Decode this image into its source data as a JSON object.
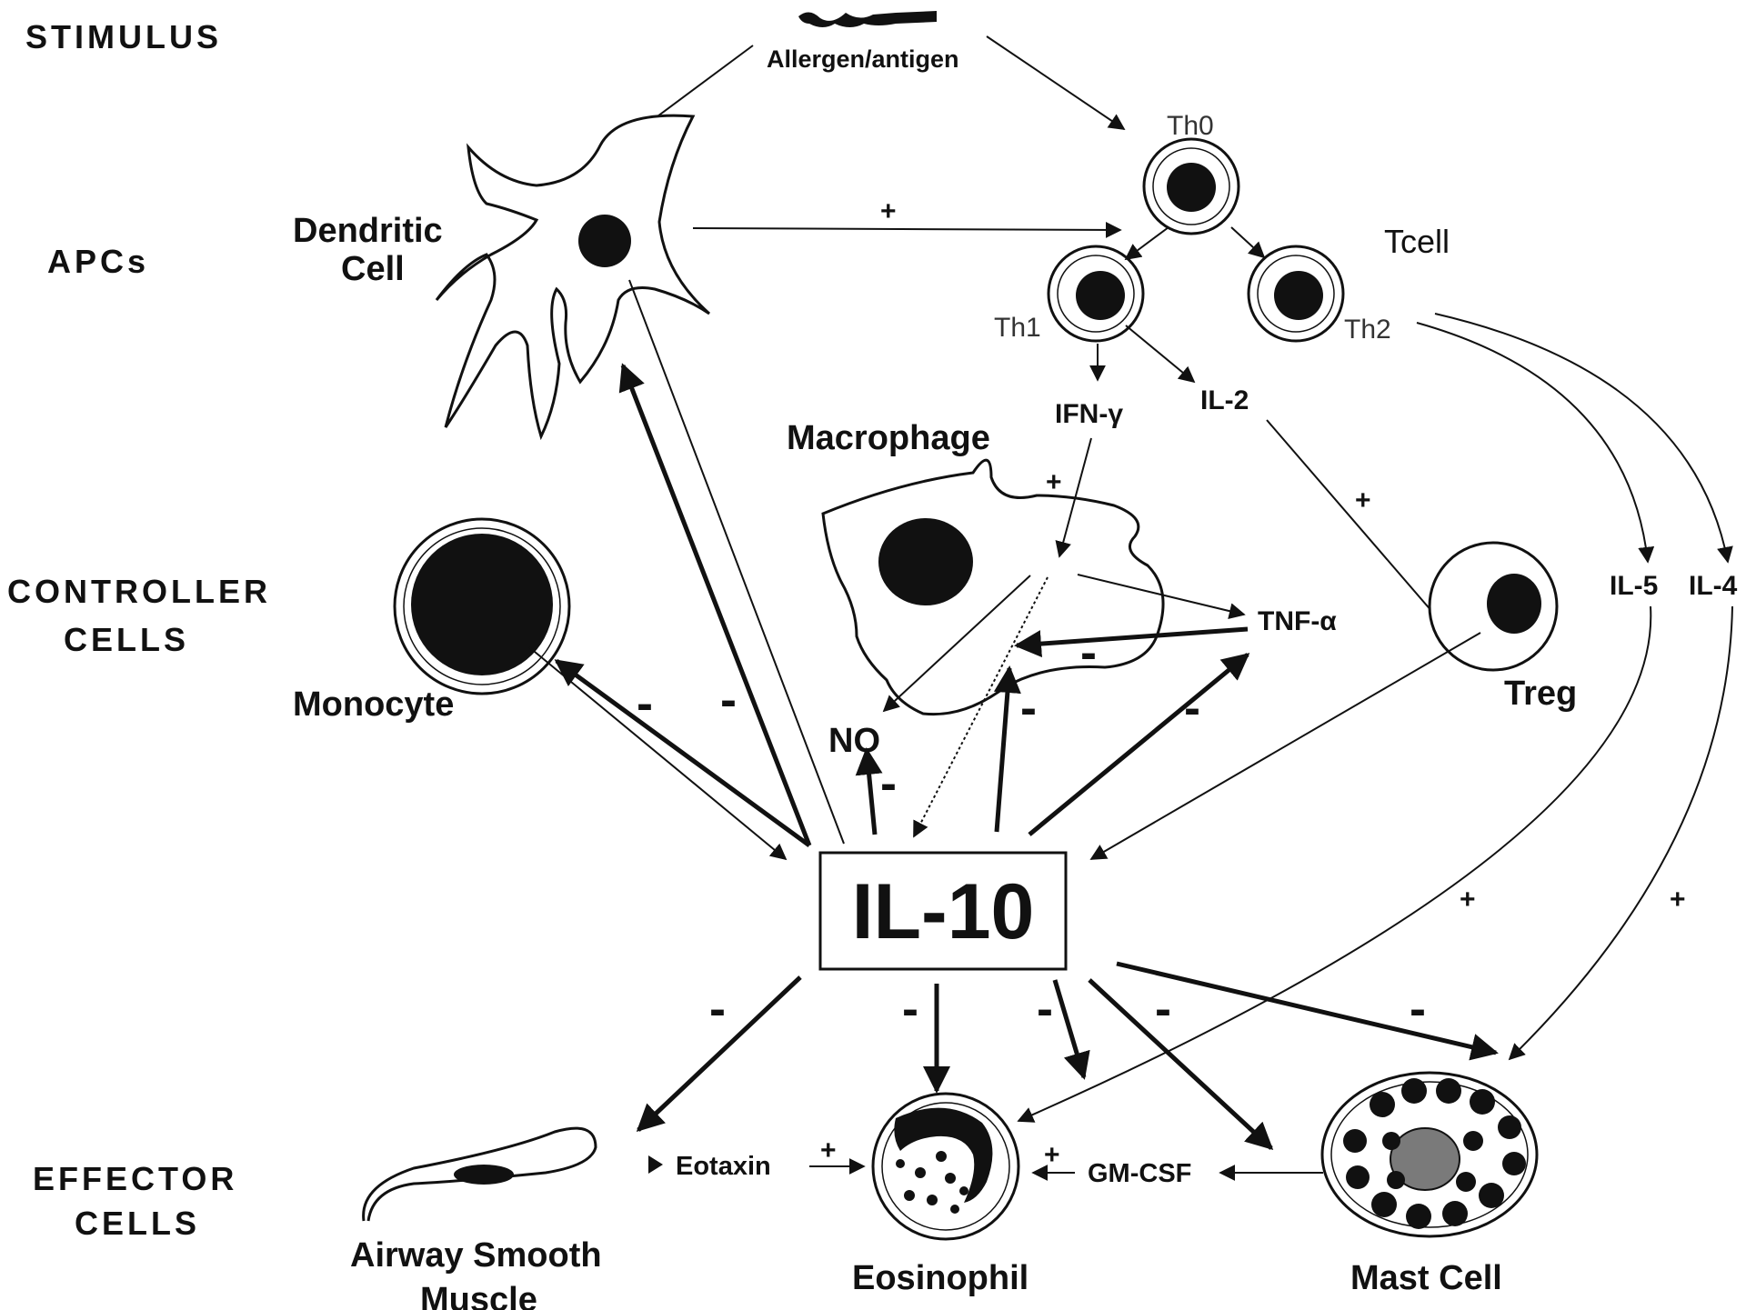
{
  "rows": {
    "stimulus": "STIMULUS",
    "apcs": "APCs",
    "controller_line1": "CONTROLLER",
    "controller_line2": "CELLS",
    "effector_line1": "EFFECTOR",
    "effector_line2": "CELLS"
  },
  "stimulus": {
    "allergen": "Allergen/antigen"
  },
  "cells": {
    "dendritic_line1": "Dendritic",
    "dendritic_line2": "Cell",
    "th0": "Th0",
    "tcell": "Tcell",
    "th1": "Th1",
    "th2": "Th2",
    "macrophage": "Macrophage",
    "monocyte": "Monocyte",
    "treg": "Treg",
    "airway_line1": "Airway Smooth",
    "airway_line2": "Muscle",
    "eosinophil": "Eosinophil",
    "mast": "Mast Cell"
  },
  "mediators": {
    "ifn": "IFN-γ",
    "il2": "IL-2",
    "tnf": "TNF-α",
    "no": "NO",
    "il5": "IL-5",
    "il4": "IL-4",
    "eotaxin": "Eotaxin",
    "gmcsf": "GM-CSF"
  },
  "center": {
    "label": "IL-10"
  },
  "signs": {
    "plus": "+",
    "minus": "-"
  }
}
